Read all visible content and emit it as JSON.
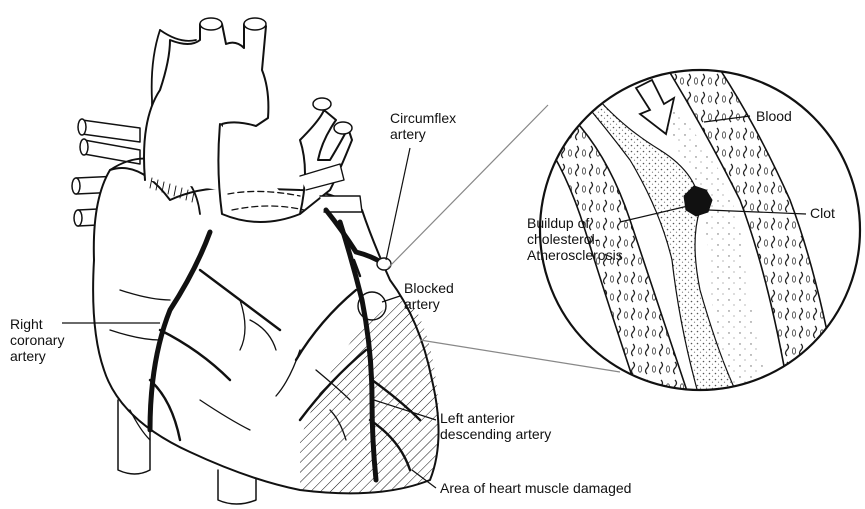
{
  "labels": {
    "circumflex": "Circumflex\nartery",
    "blood": "Blood",
    "clot": "Clot",
    "buildup": "Buildup of\ncholesterol-\nAtherosclerosis",
    "blocked": "Blocked\nartery",
    "right_coronary": "Right\ncoronary\nartery",
    "lad": "Left anterior\ndescending artery",
    "damaged": "Area of heart muscle damaged"
  },
  "colors": {
    "ink": "#111111",
    "background": "#ffffff",
    "stipple": "#555555",
    "callout_line": "#888888"
  }
}
